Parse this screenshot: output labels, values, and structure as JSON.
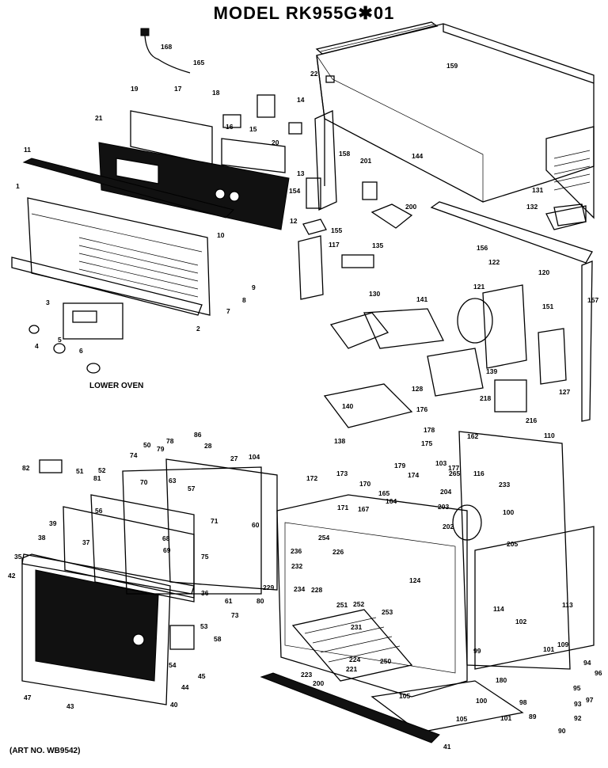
{
  "title": "MODEL  RK955G✱01",
  "lower_oven_label": "LOWER OVEN",
  "art_number": "(ART NO. WB9542)",
  "callouts": [
    {
      "id": "c168",
      "text": "168"
    },
    {
      "id": "c165",
      "text": "165"
    },
    {
      "id": "c159",
      "text": "159"
    },
    {
      "id": "c22",
      "text": "22"
    },
    {
      "id": "c19",
      "text": "19"
    },
    {
      "id": "c17",
      "text": "17"
    },
    {
      "id": "c18",
      "text": "18"
    },
    {
      "id": "c14",
      "text": "14"
    },
    {
      "id": "c21",
      "text": "21"
    },
    {
      "id": "c16",
      "text": "16"
    },
    {
      "id": "c15",
      "text": "15"
    },
    {
      "id": "c20",
      "text": "20"
    },
    {
      "id": "c158",
      "text": "158"
    },
    {
      "id": "c144",
      "text": "144"
    },
    {
      "id": "c11",
      "text": "11"
    },
    {
      "id": "c13",
      "text": "13"
    },
    {
      "id": "c201",
      "text": "201"
    },
    {
      "id": "c154",
      "text": "154"
    },
    {
      "id": "c131",
      "text": "131"
    },
    {
      "id": "c1",
      "text": "1"
    },
    {
      "id": "c200",
      "text": "200"
    },
    {
      "id": "c132",
      "text": "132"
    },
    {
      "id": "c12",
      "text": "12"
    },
    {
      "id": "c155",
      "text": "155"
    },
    {
      "id": "c10",
      "text": "10"
    },
    {
      "id": "c156",
      "text": "156"
    },
    {
      "id": "c117",
      "text": "117"
    },
    {
      "id": "c135",
      "text": "135"
    },
    {
      "id": "c122",
      "text": "122"
    },
    {
      "id": "c120",
      "text": "120"
    },
    {
      "id": "c9",
      "text": "9"
    },
    {
      "id": "c121",
      "text": "121"
    },
    {
      "id": "c157",
      "text": "157"
    },
    {
      "id": "c8",
      "text": "8"
    },
    {
      "id": "c3",
      "text": "3"
    },
    {
      "id": "c7",
      "text": "7"
    },
    {
      "id": "c130",
      "text": "130"
    },
    {
      "id": "c141",
      "text": "141"
    },
    {
      "id": "c151",
      "text": "151"
    },
    {
      "id": "c2",
      "text": "2"
    },
    {
      "id": "c4",
      "text": "4"
    },
    {
      "id": "c5",
      "text": "5"
    },
    {
      "id": "c6",
      "text": "6"
    },
    {
      "id": "c139",
      "text": "139"
    },
    {
      "id": "c127",
      "text": "127"
    },
    {
      "id": "c128",
      "text": "128"
    },
    {
      "id": "c140",
      "text": "140"
    },
    {
      "id": "c216",
      "text": "216"
    },
    {
      "id": "c218",
      "text": "218"
    },
    {
      "id": "c176",
      "text": "176"
    },
    {
      "id": "c178",
      "text": "178"
    },
    {
      "id": "c138",
      "text": "138"
    },
    {
      "id": "c162",
      "text": "162"
    },
    {
      "id": "c110",
      "text": "110"
    },
    {
      "id": "c175",
      "text": "175"
    },
    {
      "id": "c177",
      "text": "177"
    },
    {
      "id": "c116",
      "text": "116"
    },
    {
      "id": "c86",
      "text": "86"
    },
    {
      "id": "c28",
      "text": "28"
    },
    {
      "id": "c104",
      "text": "104"
    },
    {
      "id": "c78",
      "text": "78"
    },
    {
      "id": "c79",
      "text": "79"
    },
    {
      "id": "c27",
      "text": "27"
    },
    {
      "id": "c82",
      "text": "82"
    },
    {
      "id": "c74",
      "text": "74"
    },
    {
      "id": "c51",
      "text": "51"
    },
    {
      "id": "c52",
      "text": "52"
    },
    {
      "id": "c50",
      "text": "50"
    },
    {
      "id": "c81",
      "text": "81"
    },
    {
      "id": "c70",
      "text": "70"
    },
    {
      "id": "c63",
      "text": "63"
    },
    {
      "id": "c57",
      "text": "57"
    },
    {
      "id": "c173",
      "text": "173"
    },
    {
      "id": "c172",
      "text": "172"
    },
    {
      "id": "c179",
      "text": "179"
    },
    {
      "id": "c174",
      "text": "174"
    },
    {
      "id": "c165b",
      "text": "165"
    },
    {
      "id": "c103",
      "text": "103"
    },
    {
      "id": "c265",
      "text": "265"
    },
    {
      "id": "c233",
      "text": "233"
    },
    {
      "id": "c170",
      "text": "170"
    },
    {
      "id": "c204",
      "text": "204"
    },
    {
      "id": "c171",
      "text": "171"
    },
    {
      "id": "c167",
      "text": "167"
    },
    {
      "id": "c164",
      "text": "164"
    },
    {
      "id": "c203",
      "text": "203"
    },
    {
      "id": "c202",
      "text": "202"
    },
    {
      "id": "c100",
      "text": "100"
    },
    {
      "id": "c39",
      "text": "39"
    },
    {
      "id": "c56",
      "text": "56"
    },
    {
      "id": "c60",
      "text": "60"
    },
    {
      "id": "c71",
      "text": "71"
    },
    {
      "id": "c38",
      "text": "38"
    },
    {
      "id": "c37",
      "text": "37"
    },
    {
      "id": "c68",
      "text": "68"
    },
    {
      "id": "c69",
      "text": "69"
    },
    {
      "id": "c254",
      "text": "254"
    },
    {
      "id": "c205",
      "text": "205"
    },
    {
      "id": "c236",
      "text": "236"
    },
    {
      "id": "c226",
      "text": "226"
    },
    {
      "id": "c35",
      "text": "35"
    },
    {
      "id": "c75",
      "text": "75"
    },
    {
      "id": "c42",
      "text": "42"
    },
    {
      "id": "c124",
      "text": "124"
    },
    {
      "id": "c232",
      "text": "232"
    },
    {
      "id": "c234",
      "text": "234"
    },
    {
      "id": "c229",
      "text": "229"
    },
    {
      "id": "c36",
      "text": "36"
    },
    {
      "id": "c61",
      "text": "61"
    },
    {
      "id": "c80",
      "text": "80"
    },
    {
      "id": "c73",
      "text": "73"
    },
    {
      "id": "c228",
      "text": "228"
    },
    {
      "id": "c251",
      "text": "251"
    },
    {
      "id": "c252",
      "text": "252"
    },
    {
      "id": "c253",
      "text": "253"
    },
    {
      "id": "c114",
      "text": "114"
    },
    {
      "id": "c113",
      "text": "113"
    },
    {
      "id": "c102",
      "text": "102"
    },
    {
      "id": "c231",
      "text": "231"
    },
    {
      "id": "c53",
      "text": "53"
    },
    {
      "id": "c58",
      "text": "58"
    },
    {
      "id": "c101",
      "text": "101"
    },
    {
      "id": "c109",
      "text": "109"
    },
    {
      "id": "c99",
      "text": "99"
    },
    {
      "id": "c224",
      "text": "224"
    },
    {
      "id": "c250",
      "text": "250"
    },
    {
      "id": "c54",
      "text": "54"
    },
    {
      "id": "c45",
      "text": "45"
    },
    {
      "id": "c221",
      "text": "221"
    },
    {
      "id": "c223",
      "text": "223"
    },
    {
      "id": "c200b",
      "text": "200"
    },
    {
      "id": "c180",
      "text": "180"
    },
    {
      "id": "c94",
      "text": "94"
    },
    {
      "id": "c96",
      "text": "96"
    },
    {
      "id": "c44",
      "text": "44"
    },
    {
      "id": "c95",
      "text": "95"
    },
    {
      "id": "c97",
      "text": "97"
    },
    {
      "id": "c105",
      "text": "105"
    },
    {
      "id": "c93",
      "text": "93"
    },
    {
      "id": "c47",
      "text": "47"
    },
    {
      "id": "c100b",
      "text": "100"
    },
    {
      "id": "c98",
      "text": "98"
    },
    {
      "id": "c40",
      "text": "40"
    },
    {
      "id": "c43",
      "text": "43"
    },
    {
      "id": "c101b",
      "text": "101"
    },
    {
      "id": "c89",
      "text": "89"
    },
    {
      "id": "c92",
      "text": "92"
    },
    {
      "id": "c105b",
      "text": "105"
    },
    {
      "id": "c90",
      "text": "90"
    },
    {
      "id": "c41",
      "text": "41"
    }
  ]
}
